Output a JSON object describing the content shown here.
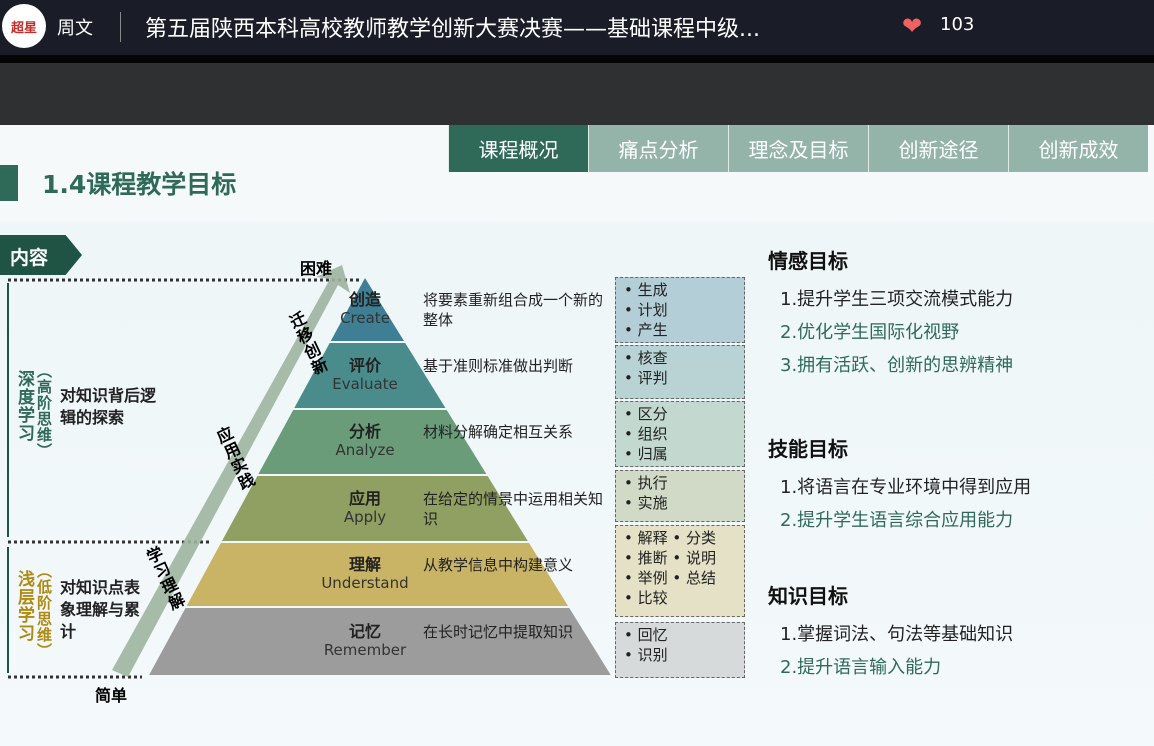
{
  "topbar": {
    "logo": "超星",
    "author": "周文",
    "title": "第五届陕西本科高校教师教学创新大赛决赛——基础课程中级...",
    "likes": "103"
  },
  "tabs": [
    "课程概况",
    "痛点分析",
    "理念及目标",
    "创新途径",
    "创新成效"
  ],
  "heading": "1.4课程教学目标",
  "content_tag": "内容",
  "axis": {
    "top": "困难",
    "bottom": "简单"
  },
  "deep": {
    "label": "深度学习",
    "paren": "（高阶思维）",
    "desc": "对知识背后逻辑的探索"
  },
  "shallow": {
    "label": "浅层学习",
    "paren": "（低阶思维）",
    "desc": "对知识点表象理解与累计"
  },
  "arrow": [
    "迁移创新",
    "应用实践",
    "学习理解"
  ],
  "levels": [
    {
      "cn": "创造",
      "en": "Create",
      "desc": "将要素重新组合成一个新的整体",
      "verbs": "• 生成\n• 计划\n• 产生",
      "color": "#3f7f95"
    },
    {
      "cn": "评价",
      "en": "Evaluate",
      "desc": "基于准则标准做出判断",
      "verbs": "• 核查\n• 评判",
      "color": "#4a8c8c"
    },
    {
      "cn": "分析",
      "en": "Analyze",
      "desc": "材料分解确定相互关系",
      "verbs": "• 区分\n• 组织\n• 归属",
      "color": "#6a9c7a"
    },
    {
      "cn": "应用",
      "en": "Apply",
      "desc": "在给定的情景中运用相关知识",
      "verbs": "• 执行\n• 实施",
      "color": "#8fa062"
    },
    {
      "cn": "理解",
      "en": "Understand",
      "desc": "从教学信息中构建意义",
      "verbs": "• 解释 • 分类\n• 推断 • 说明\n• 举例 • 总结\n• 比较",
      "color": "#c8b464"
    },
    {
      "cn": "记忆",
      "en": "Remember",
      "desc": "在长时记忆中提取知识",
      "verbs": "• 回忆\n• 识别",
      "color": "#9c9c9c"
    }
  ],
  "goals": [
    {
      "title": "情感目标",
      "items": [
        "1.提升学生三项交流模式能力",
        "2.优化学生国际化视野",
        "3.拥有活跃、创新的思辨精神"
      ]
    },
    {
      "title": "技能目标",
      "items": [
        "1.将语言在专业环境中得到应用",
        "2.提升学生语言综合应用能力"
      ]
    },
    {
      "title": "知识目标",
      "items": [
        "1.掌握词法、句法等基础知识",
        "2.提升语言输入能力"
      ]
    }
  ]
}
